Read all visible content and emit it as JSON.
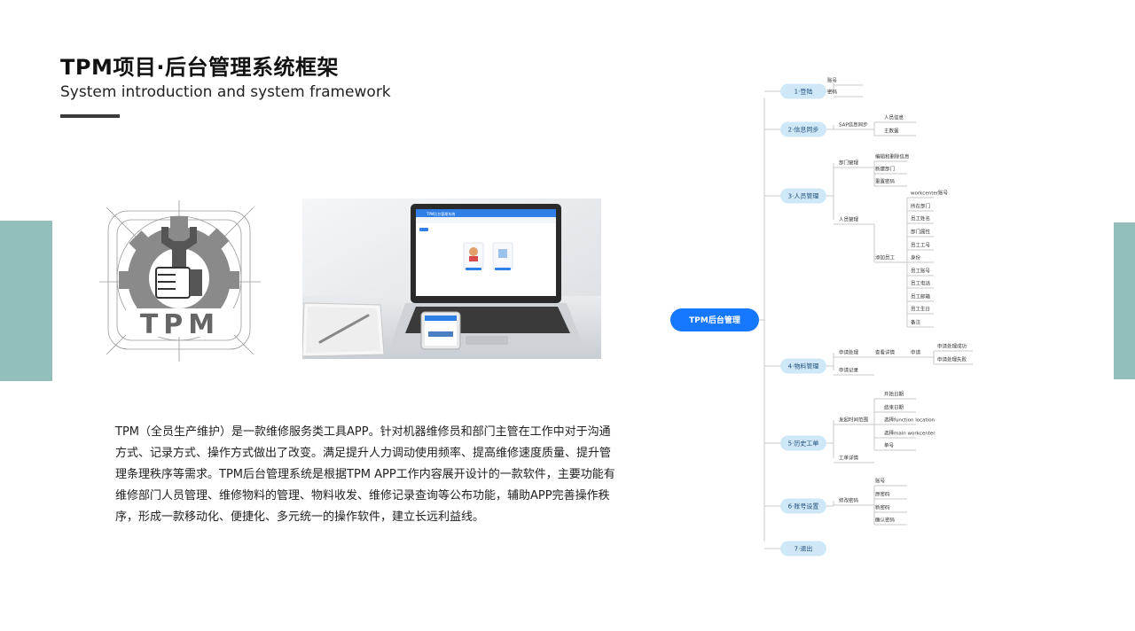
{
  "header": {
    "title": "TPM项目·后台管理系统框架",
    "subtitle": "System introduction and system framework"
  },
  "logo": {
    "letters": "TPM"
  },
  "laptop_screen": {
    "app_title": "TPM后台管理系统"
  },
  "intro": {
    "text": "TPM（全员生产维护）是一款维修服务类工具APP。针对机器维修员和部门主管在工作中对于沟通方式、记录方式、操作方式做出了改变。满足提升人力调动使用频率、提高维修速度质量、提升管理条理秩序等需求。TPM后台管理系统是根据TPM APP工作内容展开设计的一款软件，主要功能有维修部门人员管理、维修物料的管理、物料收发、维修记录查询等公布功能，辅助APP完善操作秩序，形成一款移动化、便捷化、多元统一的操作软件，建立长远利益线。"
  },
  "mindmap": {
    "root": "TPM后台管理",
    "branches": [
      {
        "label": "1·登陆",
        "children": [
          {
            "label": "账号"
          },
          {
            "label": "密码"
          }
        ]
      },
      {
        "label": "2·信息同步",
        "children": [
          {
            "label": "SAP信息同步",
            "children": [
              {
                "label": "人员信息"
              },
              {
                "label": "主数据"
              }
            ]
          }
        ]
      },
      {
        "label": "3·人员管理",
        "children": [
          {
            "label": "部门管理",
            "children": [
              {
                "label": "编辑和删除信息"
              },
              {
                "label": "新建部门"
              },
              {
                "label": "重置密码"
              }
            ]
          },
          {
            "label": "人员管理",
            "children": [
              {
                "label": "添加员工",
                "children": [
                  {
                    "label": "workcenter账号"
                  },
                  {
                    "label": "所在部门"
                  },
                  {
                    "label": "员工姓名"
                  },
                  {
                    "label": "部门属性"
                  },
                  {
                    "label": "员工工号"
                  },
                  {
                    "label": "身份"
                  },
                  {
                    "label": "员工账号"
                  },
                  {
                    "label": "员工电话"
                  },
                  {
                    "label": "员工邮箱"
                  },
                  {
                    "label": "员工生日"
                  },
                  {
                    "label": "备注"
                  }
                ]
              }
            ]
          }
        ]
      },
      {
        "label": "4·物料管理",
        "children": [
          {
            "label": "申请处理",
            "children": [
              {
                "label": "查看详情",
                "children": [
                  {
                    "label": "申请",
                    "children": [
                      {
                        "label": "申请处理成功"
                      },
                      {
                        "label": "申请处理失败"
                      }
                    ]
                  }
                ]
              }
            ]
          },
          {
            "label": "申请记录"
          }
        ]
      },
      {
        "label": "5·历史工单",
        "children": [
          {
            "label": "发起时间范围",
            "children": [
              {
                "label": "开始日期"
              },
              {
                "label": "结束日期"
              },
              {
                "label": "选择function location"
              },
              {
                "label": "选择main workcenter"
              },
              {
                "label": "单号"
              }
            ]
          },
          {
            "label": "工单详情"
          }
        ]
      },
      {
        "label": "6·账号设置",
        "children": [
          {
            "label": "修改密码",
            "children": [
              {
                "label": "账号"
              },
              {
                "label": "原密码"
              },
              {
                "label": "新密码"
              },
              {
                "label": "确认密码"
              }
            ]
          }
        ]
      },
      {
        "label": "7·退出"
      }
    ]
  },
  "colors": {
    "accent_band": "#93bfba",
    "root_fill": "#1677ff",
    "branch_fill": "#cfe8f8",
    "branch_text": "#1f4e7a",
    "line": "#c8c8c8",
    "logo_gray": "#7a7a7a"
  }
}
